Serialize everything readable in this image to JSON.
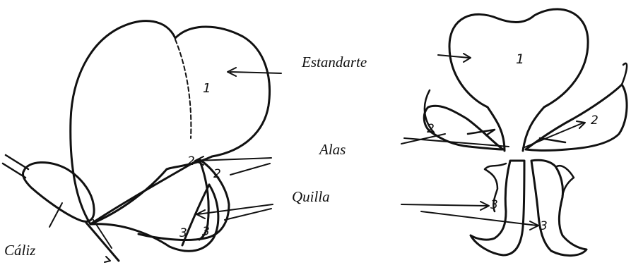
{
  "labels": {
    "estandarte": "Estandarte",
    "alas": "Alas",
    "quilla": "Quilla",
    "caliz": "Cáliz"
  },
  "numbers": {
    "standard": "1",
    "wing": "2",
    "keel": "3"
  },
  "colors": {
    "ink": "#111111",
    "background": "#ffffff"
  }
}
